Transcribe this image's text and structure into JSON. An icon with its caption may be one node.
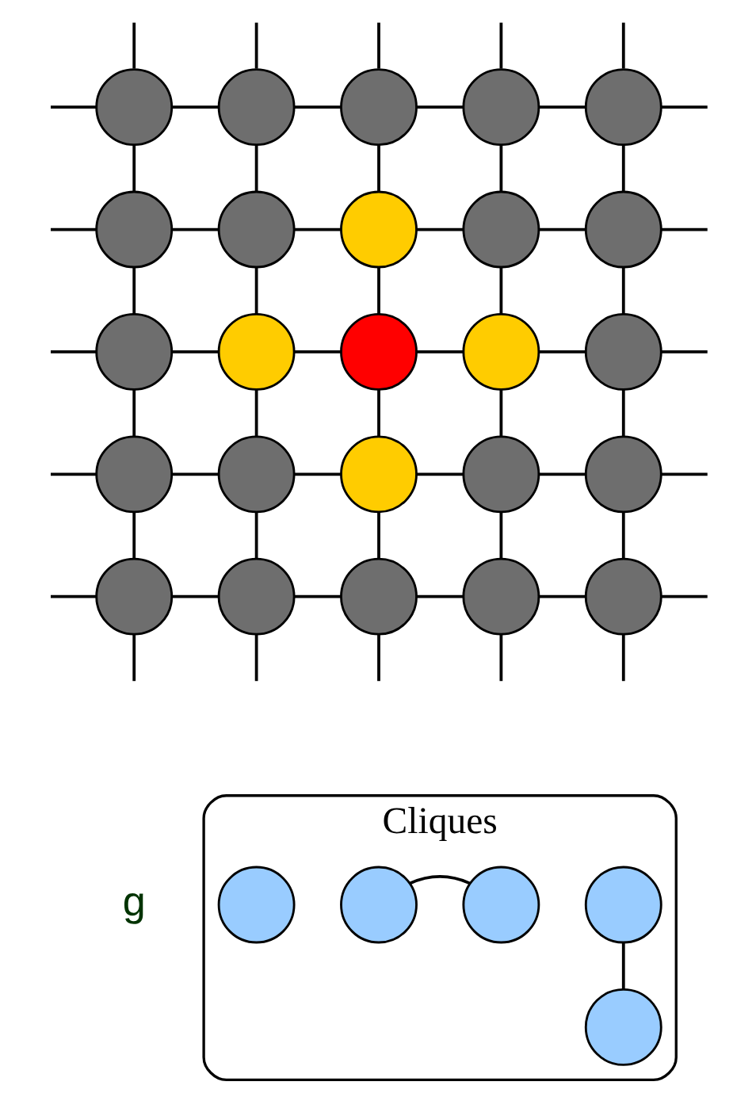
{
  "diagram": {
    "nodes": [
      {
        "text": [],
        "shape": "circle"
      },
      {
        "text": [],
        "shape": "circle"
      },
      {
        "text": [],
        "shape": "circle"
      },
      {
        "text": [],
        "shape": "circle"
      },
      {
        "text": [],
        "shape": "circle"
      },
      {
        "text": [],
        "shape": "circle"
      },
      {
        "text": [],
        "shape": "circle"
      },
      {
        "text": [],
        "shape": "circle"
      },
      {
        "text": [],
        "shape": "circle"
      },
      {
        "text": [],
        "shape": "circle"
      },
      {
        "text": [],
        "shape": "circle"
      },
      {
        "text": [],
        "shape": "circle"
      },
      {
        "text": [],
        "shape": "circle"
      },
      {
        "text": [],
        "shape": "circle"
      },
      {
        "text": [],
        "shape": "circle"
      },
      {
        "text": [],
        "shape": "circle"
      },
      {
        "text": [],
        "shape": "circle"
      },
      {
        "text": [],
        "shape": "circle"
      },
      {
        "text": [],
        "shape": "circle"
      },
      {
        "text": [],
        "shape": "circle"
      },
      {
        "text": [],
        "shape": "circle"
      },
      {
        "text": [],
        "shape": "circle"
      },
      {
        "text": [],
        "shape": "circle"
      },
      {
        "text": [],
        "shape": "circle"
      },
      {
        "text": [],
        "shape": "circle"
      },
      {
        "text": [
          "Cliques"
        ]
      },
      {
        "text": [],
        "shape": "circle",
        "in": 25
      },
      {
        "text": [],
        "shape": "circle",
        "in": 25
      },
      {
        "text": [],
        "shape": "circle",
        "in": 25
      },
      {
        "text": [],
        "shape": "circle",
        "in": 25
      },
      {
        "text": [],
        "shape": "circle",
        "in": 25
      }
    ],
    "edges": [
      {
        "from": 0,
        "to": 1,
        "arrow": "none"
      },
      {
        "from": 1,
        "to": 2,
        "arrow": "none"
      },
      {
        "from": 2,
        "to": 3,
        "arrow": "none"
      },
      {
        "from": 3,
        "to": 4,
        "arrow": "none"
      },
      {
        "from": 5,
        "to": 6,
        "arrow": "none"
      },
      {
        "from": 6,
        "to": 7,
        "arrow": "none"
      },
      {
        "from": 7,
        "to": 8,
        "arrow": "none"
      },
      {
        "from": 8,
        "to": 9,
        "arrow": "none"
      },
      {
        "from": 10,
        "to": 11,
        "arrow": "none"
      },
      {
        "from": 11,
        "to": 12,
        "arrow": "none"
      },
      {
        "from": 12,
        "to": 13,
        "arrow": "none"
      },
      {
        "from": 13,
        "to": 14,
        "arrow": "none"
      },
      {
        "from": 15,
        "to": 16,
        "arrow": "none"
      },
      {
        "from": 16,
        "to": 17,
        "arrow": "none"
      },
      {
        "from": 17,
        "to": 18,
        "arrow": "none"
      },
      {
        "from": 18,
        "to": 19,
        "arrow": "none"
      },
      {
        "from": 20,
        "to": 21,
        "arrow": "none"
      },
      {
        "from": 21,
        "to": 22,
        "arrow": "none"
      },
      {
        "from": 22,
        "to": 23,
        "arrow": "none"
      },
      {
        "from": 23,
        "to": 24,
        "arrow": "none"
      },
      {
        "from": 0,
        "to": 5,
        "arrow": "none"
      },
      {
        "from": 1,
        "to": 6,
        "arrow": "none"
      },
      {
        "from": 2,
        "to": 7,
        "arrow": "none"
      },
      {
        "from": 3,
        "to": 8,
        "arrow": "none"
      },
      {
        "from": 4,
        "to": 9,
        "arrow": "none"
      },
      {
        "from": 5,
        "to": 10,
        "arrow": "none"
      },
      {
        "from": 6,
        "to": 11,
        "arrow": "none"
      },
      {
        "from": 7,
        "to": 12,
        "arrow": "none"
      },
      {
        "from": 8,
        "to": 13,
        "arrow": "none"
      },
      {
        "from": 9,
        "to": 14,
        "arrow": "none"
      },
      {
        "from": 10,
        "to": 15,
        "arrow": "none"
      },
      {
        "from": 11,
        "to": 16,
        "arrow": "none"
      },
      {
        "from": 12,
        "to": 17,
        "arrow": "none"
      },
      {
        "from": 13,
        "to": 18,
        "arrow": "none"
      },
      {
        "from": 14,
        "to": 19,
        "arrow": "none"
      },
      {
        "from": 15,
        "to": 20,
        "arrow": "none"
      },
      {
        "from": 16,
        "to": 21,
        "arrow": "none"
      },
      {
        "from": 17,
        "to": 22,
        "arrow": "none"
      },
      {
        "from": 18,
        "to": 23,
        "arrow": "none"
      },
      {
        "from": 19,
        "to": 24,
        "arrow": "none"
      },
      {
        "from": 0,
        "to": null,
        "arrow": "none"
      },
      {
        "from": 1,
        "to": null,
        "arrow": "none"
      },
      {
        "from": 2,
        "to": null,
        "arrow": "none"
      },
      {
        "from": 3,
        "to": null,
        "arrow": "none"
      },
      {
        "from": 4,
        "to": null,
        "arrow": "none"
      },
      {
        "from": 20,
        "to": null,
        "arrow": "none"
      },
      {
        "from": 21,
        "to": null,
        "arrow": "none"
      },
      {
        "from": 22,
        "to": null,
        "arrow": "none"
      },
      {
        "from": 23,
        "to": null,
        "arrow": "none"
      },
      {
        "from": 24,
        "to": null,
        "arrow": "none"
      },
      {
        "from": 0,
        "to": null,
        "arrow": "none"
      },
      {
        "from": 5,
        "to": null,
        "arrow": "none"
      },
      {
        "from": 10,
        "to": null,
        "arrow": "none"
      },
      {
        "from": 15,
        "to": null,
        "arrow": "none"
      },
      {
        "from": 20,
        "to": null,
        "arrow": "none"
      },
      {
        "from": 4,
        "to": null,
        "arrow": "none"
      },
      {
        "from": 9,
        "to": null,
        "arrow": "none"
      },
      {
        "from": 14,
        "to": null,
        "arrow": "none"
      },
      {
        "from": 19,
        "to": null,
        "arrow": "none"
      },
      {
        "from": 24,
        "to": null,
        "arrow": "none"
      },
      {
        "from": 27,
        "to": 28,
        "arrow": "none"
      },
      {
        "from": 29,
        "to": 30,
        "arrow": "none"
      }
    ],
    "labels": [
      "g"
    ]
  }
}
